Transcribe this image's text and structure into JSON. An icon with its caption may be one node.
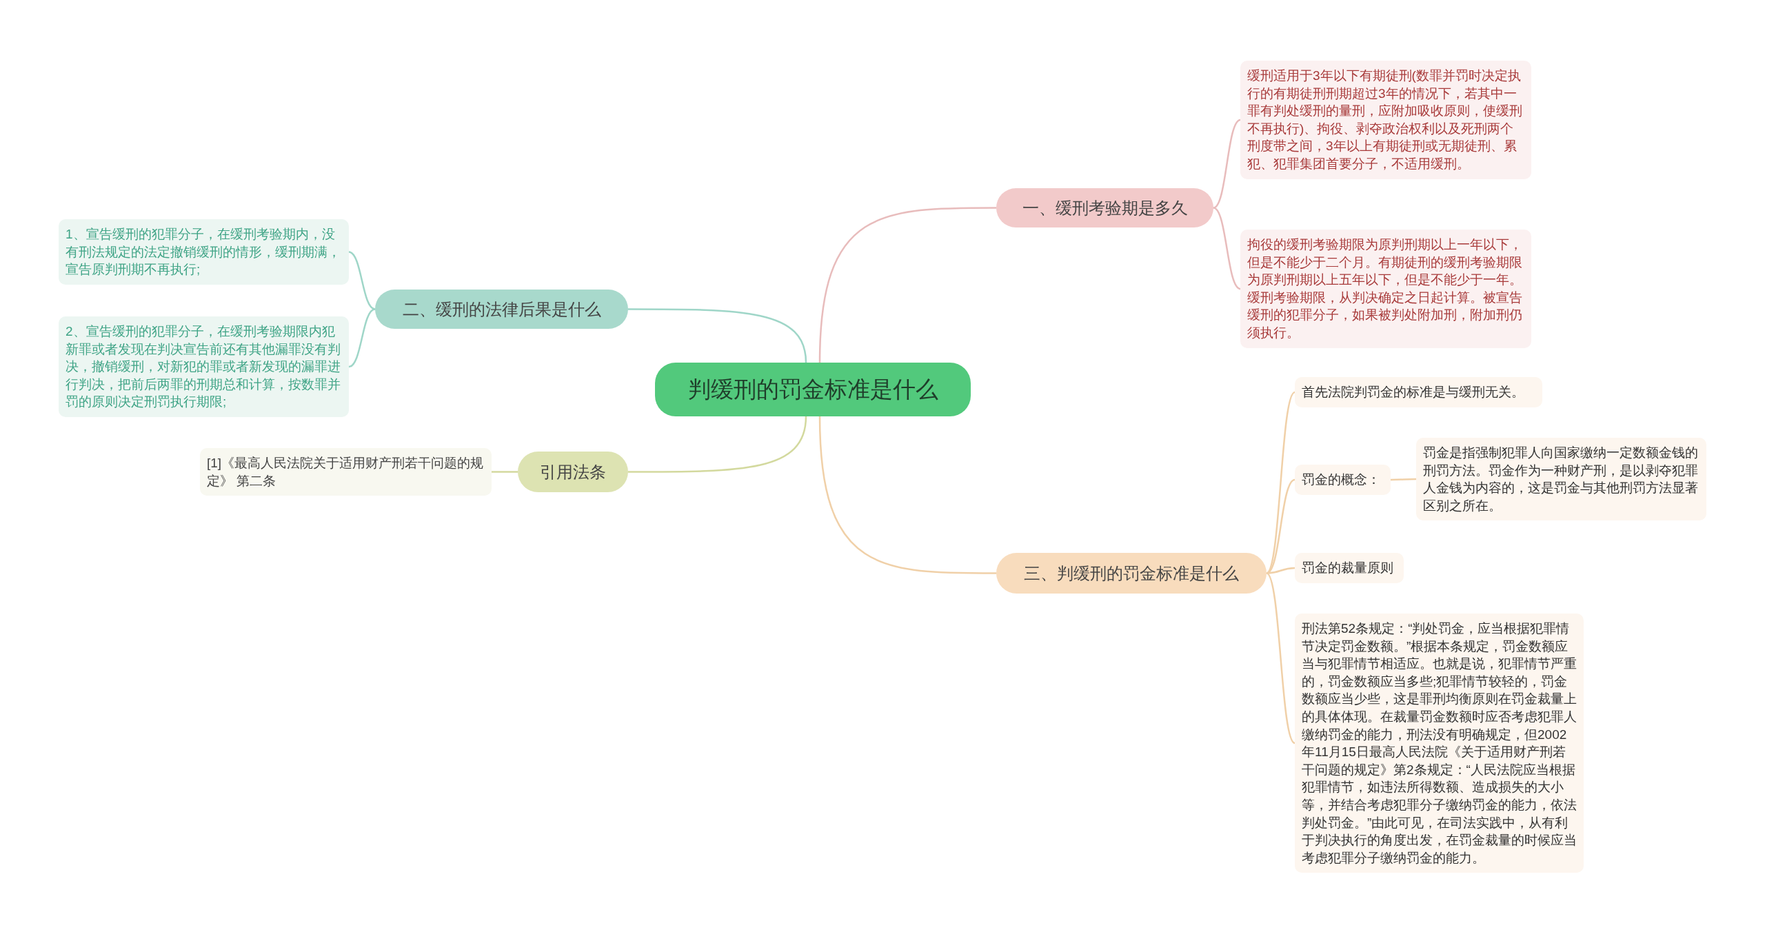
{
  "diagram": {
    "nodes": [
      {
        "text": [
          "判缓刑的罚金标准是什么"
        ]
      },
      {
        "text": [
          "一、缓刑考验期是多久"
        ]
      },
      {
        "text": [
          "缓刑适用于3年以下有期徒刑(数罪并罚时决定执行的有期徒刑刑期超过3年的情况下，若其中一罪有判处缓刑的量刑，应附加吸收原则，使缓刑不再执行)、拘役、剥夺政治权利以及死刑两个刑度带之间，3年以上有期徒刑或无期徒刑、累犯、犯罪集团首要分子，不适用缓刑。"
        ]
      },
      {
        "text": [
          "拘役的缓刑考验期限为原判刑期以上一年以下，但是不能少于二个月。有期徒刑的缓刑考验期限为原判刑期以上五年以下，但是不能少于一年。缓刑考验期限，从判决确定之日起计算。被宣告缓刑的犯罪分子，如果被判处附加刑，附加刑仍须执行。"
        ]
      },
      {
        "text": [
          "二、缓刑的法律后果是什么"
        ]
      },
      {
        "text": [
          "1、宣告缓刑的犯罪分子，在缓刑考验期内，没有刑法规定的法定撤销缓刑的情形，缓刑期满，宣告原判刑期不再执行;"
        ]
      },
      {
        "text": [
          "2、宣告缓刑的犯罪分子，在缓刑考验期限内犯新罪或者发现在判决宣告前还有其他漏罪没有判决，撤销缓刑，对新犯的罪或者新发现的漏罪进行判决，把前后两罪的刑期总和计算，按数罪并罚的原则决定刑罚执行期限;"
        ]
      },
      {
        "text": [
          "引用法条"
        ]
      },
      {
        "text": [
          "[1]《最高人民法院关于适用财产刑若干问题的规定》 第二条"
        ]
      },
      {
        "text": [
          "三、判缓刑的罚金标准是什么"
        ]
      },
      {
        "text": [
          "首先法院判罚金的标准是与缓刑无关。"
        ]
      },
      {
        "text": [
          "罚金的概念："
        ]
      },
      {
        "text": [
          "罚金是指强制犯罪人向国家缴纳一定数额金钱的刑罚方法。罚金作为一种财产刑，是以剥夺犯罪人金钱为内容的，这是罚金与其他刑罚方法显著区别之所在。"
        ]
      },
      {
        "text": [
          "罚金的裁量原则"
        ]
      },
      {
        "text": [
          "刑法第52条规定：“判处罚金，应当根据犯罪情节决定罚金数额。”根据本条规定，罚金数额应当与犯罪情节相适应。也就是说，犯罪情节严重的，罚金数额应当多些;犯罪情节较轻的，罚金数额应当少些，这是罪刑均衡原则在罚金裁量上的具体体现。在裁量罚金数额时应否考虑犯罪人缴纳罚金的能力，刑法没有明确规定，但2002年11月15日最高人民法院《关于适用财产刑若干问题的规定》第2条规定：“人民法院应当根据犯罪情节，如违法所得数额、造成损失的大小等，并结合考虑犯罪分子缴纳罚金的能力，依法判处罚金。”由此可见，在司法实践中，从有利于判决执行的角度出发，在罚金裁量的时候应当考虑犯罪分子缴纳罚金的能力。"
        ]
      }
    ],
    "edges": [
      {
        "from": 0,
        "to": 1,
        "arrow": "none",
        "color": "#e8bcbc"
      },
      {
        "from": 1,
        "to": 2,
        "arrow": "none",
        "color": "#e8bcbc"
      },
      {
        "from": 1,
        "to": 3,
        "arrow": "none",
        "color": "#e8bcbc"
      },
      {
        "from": 0,
        "to": 4,
        "arrow": "none",
        "color": "#9fd6c8"
      },
      {
        "from": 4,
        "to": 5,
        "arrow": "none",
        "color": "#9fd6c8"
      },
      {
        "from": 4,
        "to": 6,
        "arrow": "none",
        "color": "#9fd6c8"
      },
      {
        "from": 0,
        "to": 7,
        "arrow": "none",
        "color": "#d3d99e"
      },
      {
        "from": 7,
        "to": 8,
        "arrow": "none",
        "color": "#d3d99e"
      },
      {
        "from": 0,
        "to": 9,
        "arrow": "none",
        "color": "#f0d0a8"
      },
      {
        "from": 9,
        "to": 10,
        "arrow": "none",
        "color": "#f0d0a8"
      },
      {
        "from": 9,
        "to": 11,
        "arrow": "none",
        "color": "#f0d0a8"
      },
      {
        "from": 11,
        "to": 12,
        "arrow": "none",
        "color": "#f0d0a8"
      },
      {
        "from": 9,
        "to": 13,
        "arrow": "none",
        "color": "#f0d0a8"
      },
      {
        "from": 9,
        "to": 14,
        "arrow": "none",
        "color": "#f0d0a8"
      }
    ]
  }
}
